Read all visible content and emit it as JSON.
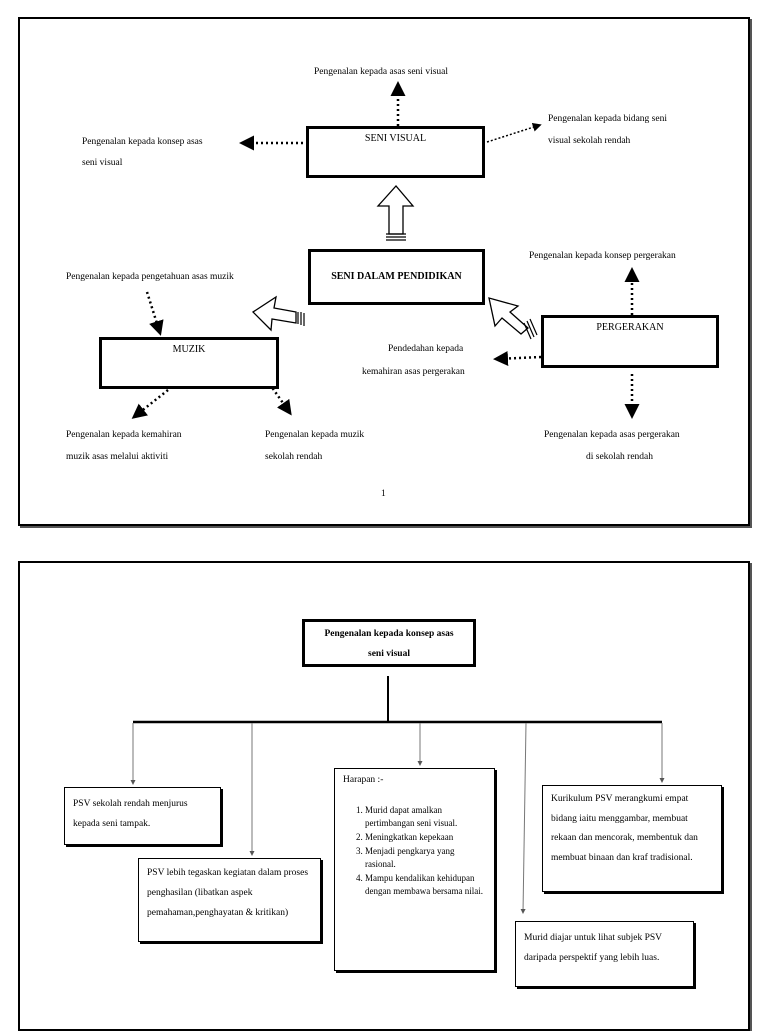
{
  "page1": {
    "center": "SENI DALAM PENDIDIKAN",
    "seni_visual": {
      "label": "SENI VISUAL",
      "top": "Pengenalan kepada asas seni visual",
      "left_line1": "Pengenalan kepada  konsep asas",
      "left_line2": "seni visual",
      "right_line1": "Pengenalan kepada bidang seni",
      "right_line2": "visual sekolah rendah"
    },
    "muzik": {
      "label": "MUZIK",
      "top": "Pengenalan kepada pengetahuan asas muzik",
      "bl_line1": "Pengenalan kepada kemahiran",
      "bl_line2": "muzik asas melalui aktiviti",
      "br_line1": "Pengenalan kepada muzik",
      "br_line2": "sekolah rendah"
    },
    "pergerakan": {
      "label": "PERGERAKAN",
      "top": "Pengenalan kepada konsep pergerakan",
      "left_line1": "Pendedahan kepada",
      "left_line2": "kemahiran asas pergerakan",
      "bottom_line1": "Pengenalan kepada asas pergerakan",
      "bottom_line2": "di sekolah rendah"
    },
    "page_number": "1"
  },
  "page2": {
    "root_line1": "Pengenalan kepada konsep asas",
    "root_line2": "seni visual",
    "box1": "PSV sekolah rendah menjurus kepada seni tampak.",
    "box2": "PSV lebih tegaskan kegiatan dalam proses penghasilan (libatkan aspek pemahaman,penghayatan & kritikan)",
    "harapan_title": "Harapan :-",
    "harapan_items": [
      "Murid dapat amalkan pertimbangan seni visual.",
      "Meningkatkan kepekaan",
      "Menjadi pengkarya yang rasional.",
      "Mampu kendalikan kehidupan dengan membawa bersama nilai."
    ],
    "box4": "Murid diajar untuk lihat subjek PSV daripada perspektif yang lebih luas.",
    "box5": "Kurikulum PSV merangkumi empat bidang iaitu menggambar, membuat rekaan dan mencorak, membentuk dan membuat binaan dan kraf tradisional."
  }
}
